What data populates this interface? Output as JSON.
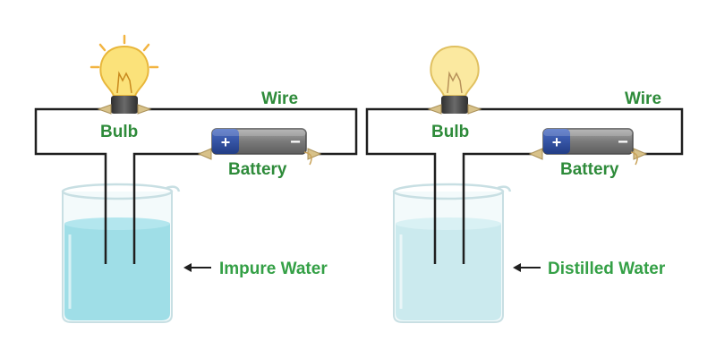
{
  "colors": {
    "label": "#2e8b3a",
    "pointer_label": "#34a046",
    "wire": "#1f1f1f",
    "bulb_glass": "#fbe27a",
    "bulb_glow": "#f7c948",
    "bulb_base": "#4a4a4a",
    "battery_body": "#7f7f7f",
    "battery_positive": "#2c4fa2",
    "terminal": "#d8c28a",
    "impure_water": "#8fd8e3",
    "distilled_water": "#c6e8ec",
    "beaker_glass": "#eaf6f8"
  },
  "icons": {
    "bulb": "light-bulb-icon",
    "battery": "battery-icon",
    "beaker": "beaker-icon"
  },
  "circuits": [
    {
      "wire_label": "Wire",
      "bulb_label": "Bulb",
      "bulb_state": "glowing",
      "battery_label": "Battery",
      "battery_plus": "+",
      "battery_minus": "−",
      "water_label": "Impure Water"
    },
    {
      "wire_label": "Wire",
      "bulb_label": "Bulb",
      "bulb_state": "dim",
      "battery_label": "Battery",
      "battery_plus": "+",
      "battery_minus": "−",
      "water_label": "Distilled Water"
    }
  ]
}
